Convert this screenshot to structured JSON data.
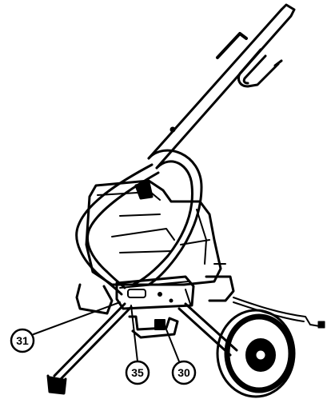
{
  "callouts": [
    {
      "id": "c31",
      "label": "31"
    },
    {
      "id": "c35",
      "label": "35"
    },
    {
      "id": "c30",
      "label": "30"
    }
  ],
  "colors": {
    "ink": "#000000",
    "paper": "#ffffff"
  }
}
